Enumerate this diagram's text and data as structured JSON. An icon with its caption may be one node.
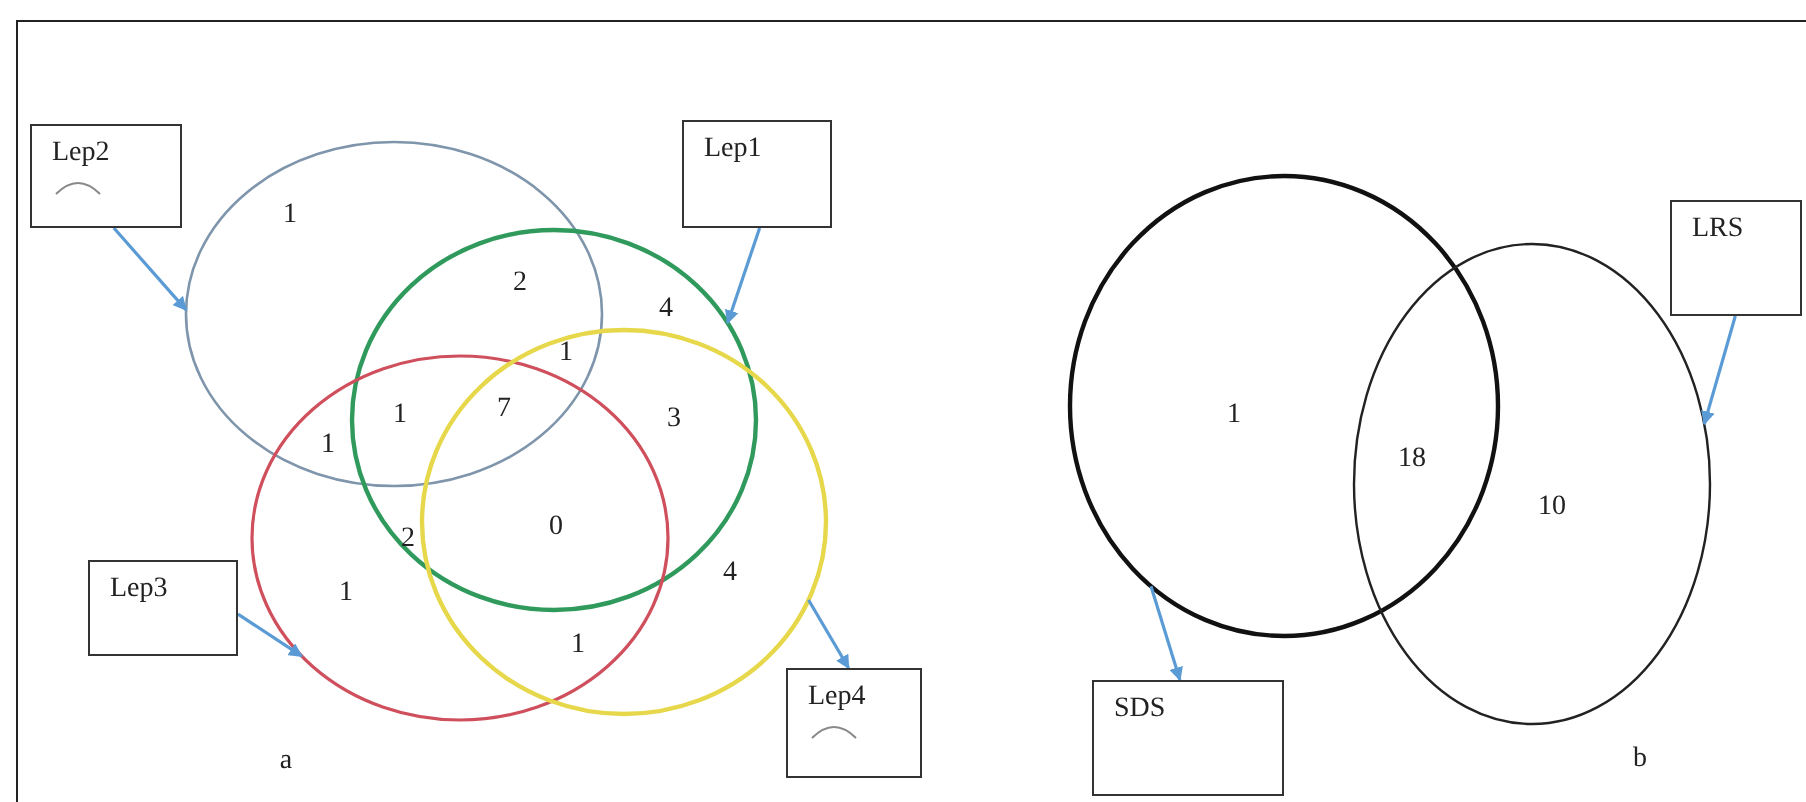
{
  "diagram": {
    "nodes": [
      {
        "text": [
          "Lep2"
        ]
      },
      {
        "text": [
          "Lep1"
        ]
      },
      {
        "text": [],
        "shape": "ellipse"
      },
      {
        "text": [],
        "shape": "ellipse"
      },
      {
        "text": [],
        "shape": "ellipse"
      },
      {
        "text": [],
        "shape": "ellipse"
      },
      {
        "text": [
          "Lep3"
        ]
      },
      {
        "text": [
          "Lep4"
        ]
      },
      {
        "text": [],
        "shape": "ellipse"
      },
      {
        "text": [],
        "shape": "ellipse"
      },
      {
        "text": [
          "LRS"
        ]
      },
      {
        "text": [
          "SDS"
        ]
      }
    ],
    "edges": [
      {
        "from": 0,
        "to": 2,
        "arrow": "to"
      },
      {
        "from": 1,
        "to": 3,
        "arrow": "to"
      },
      {
        "from": 6,
        "to": 4,
        "arrow": "to"
      },
      {
        "from": 5,
        "to": 7,
        "arrow": "to"
      },
      {
        "from": 8,
        "to": 11,
        "arrow": "to"
      },
      {
        "from": 10,
        "to": 9,
        "arrow": "to"
      }
    ],
    "labels": [
      "1",
      "2",
      "4",
      "1",
      "1",
      "7",
      "1",
      "3",
      "2",
      "0",
      "4",
      "1",
      "1",
      "a",
      "1",
      "18",
      "10",
      "b"
    ]
  }
}
